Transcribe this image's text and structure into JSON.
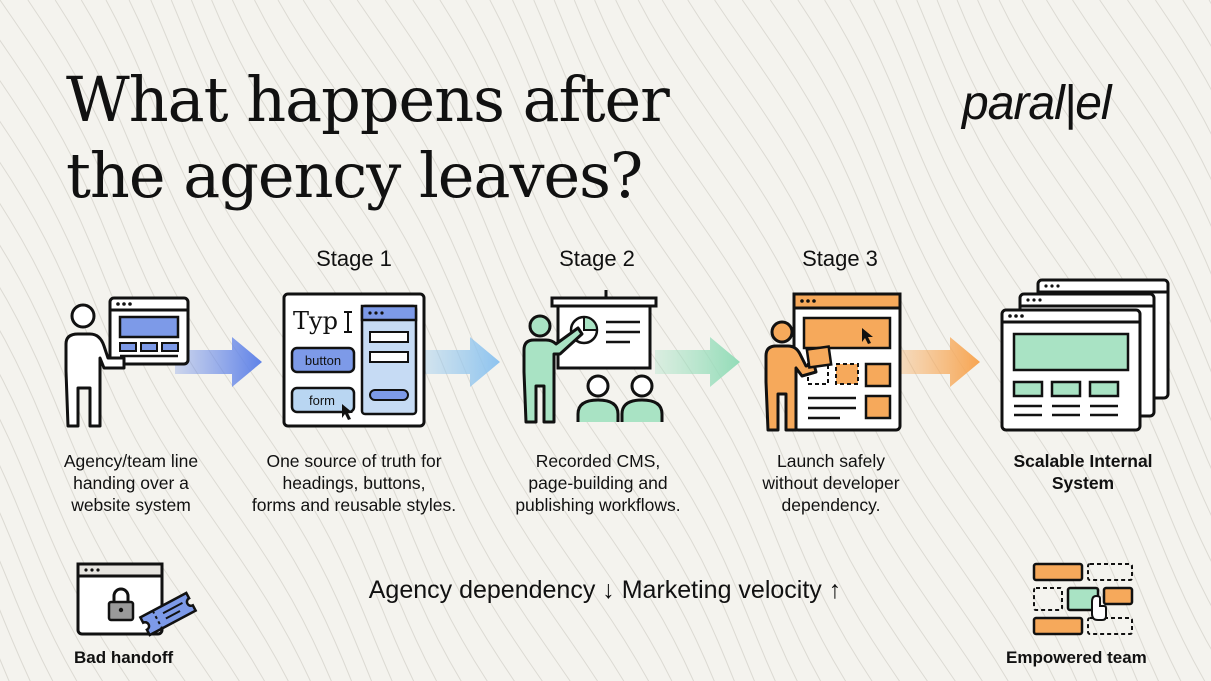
{
  "title": {
    "line1": "What happens after",
    "line2": "the agency leaves?"
  },
  "logo": "paral|el",
  "stages": [
    {
      "label": "Stage 1"
    },
    {
      "label": "Stage 2"
    },
    {
      "label": "Stage 3"
    }
  ],
  "steps": [
    {
      "caption": "Agency/team line\nhanding over a\nwebsite system",
      "icon": "person-handing-over-browser-icon"
    },
    {
      "caption": "One source of truth for\nheadings, buttons,\nforms and reusable styles.",
      "icon": "style-guide-icon",
      "typ": "Typ",
      "button_label": "button",
      "form_label": "form"
    },
    {
      "caption": "Recorded CMS,\npage-building and\npublishing workflows.",
      "icon": "presentation-training-icon"
    },
    {
      "caption": "Launch safely\nwithout developer\ndependency.",
      "icon": "person-building-page-icon"
    },
    {
      "caption": "Scalable Internal\nSystem",
      "icon": "stacked-browser-windows-icon"
    }
  ],
  "arrow_colors": [
    "#6f8fe8",
    "#9ccbee",
    "#9fe0c0",
    "#f7ad62"
  ],
  "tagline": "Agency dependency ↓ Marketing velocity ↑",
  "bottom_left": {
    "label": "Bad handoff",
    "icon": "locked-browser-ticket-icon"
  },
  "bottom_right": {
    "label": "Empowered team",
    "icon": "modular-blocks-icon"
  },
  "colors": {
    "blue": "#7d9ae8",
    "light_blue": "#b9d6f2",
    "mint": "#a9e3c4",
    "orange": "#f6a95b",
    "background": "#f4f3ee"
  }
}
